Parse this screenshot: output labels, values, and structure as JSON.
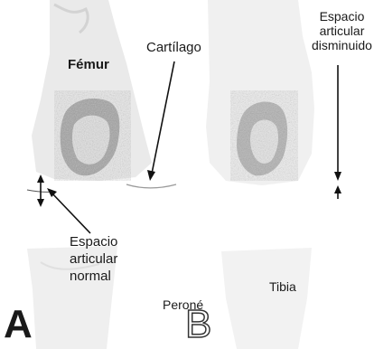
{
  "labels": {
    "femur": "Fémur",
    "cartilago": "Cartílago",
    "espacio_disminuido": [
      "Espacio",
      "articular",
      "disminuido"
    ],
    "espacio_normal": [
      "Espacio",
      "articular",
      "normal"
    ],
    "tibia": "Tibia",
    "perone": "Peroné"
  },
  "panels": {
    "a": "A",
    "b": "B"
  },
  "colors": {
    "ink": "#1a1a1a",
    "bone_shadow": "#9a9a9a",
    "background": "#ffffff"
  }
}
